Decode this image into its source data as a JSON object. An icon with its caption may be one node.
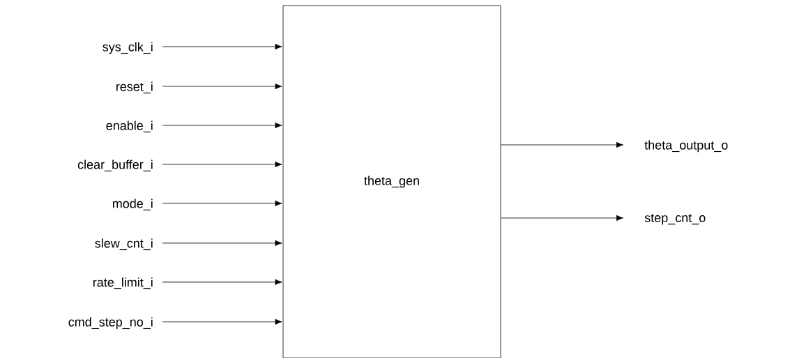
{
  "diagram": {
    "nodes": [
      {
        "text": [
          "theta_gen"
        ]
      },
      {
        "text": [
          "sys_clk_i"
        ]
      },
      {
        "text": [
          "reset_i"
        ]
      },
      {
        "text": [
          "enable_i"
        ]
      },
      {
        "text": [
          "clear_buffer_i"
        ]
      },
      {
        "text": [
          "mode_i"
        ]
      },
      {
        "text": [
          "slew_cnt_i"
        ]
      },
      {
        "text": [
          "rate_limit_i"
        ]
      },
      {
        "text": [
          "cmd_step_no_i"
        ]
      },
      {
        "text": [
          "theta_output_o"
        ]
      },
      {
        "text": [
          "step_cnt_o"
        ]
      }
    ],
    "edges": [
      {
        "from": 1,
        "to": 0,
        "arrow": "to"
      },
      {
        "from": 2,
        "to": 0,
        "arrow": "to"
      },
      {
        "from": 3,
        "to": 0,
        "arrow": "to"
      },
      {
        "from": 4,
        "to": 0,
        "arrow": "to"
      },
      {
        "from": 5,
        "to": 0,
        "arrow": "to"
      },
      {
        "from": 6,
        "to": 0,
        "arrow": "to"
      },
      {
        "from": 7,
        "to": 0,
        "arrow": "to"
      },
      {
        "from": 8,
        "to": 0,
        "arrow": "to"
      },
      {
        "from": 0,
        "to": 9,
        "arrow": "to"
      },
      {
        "from": 0,
        "to": 10,
        "arrow": "to"
      }
    ]
  }
}
